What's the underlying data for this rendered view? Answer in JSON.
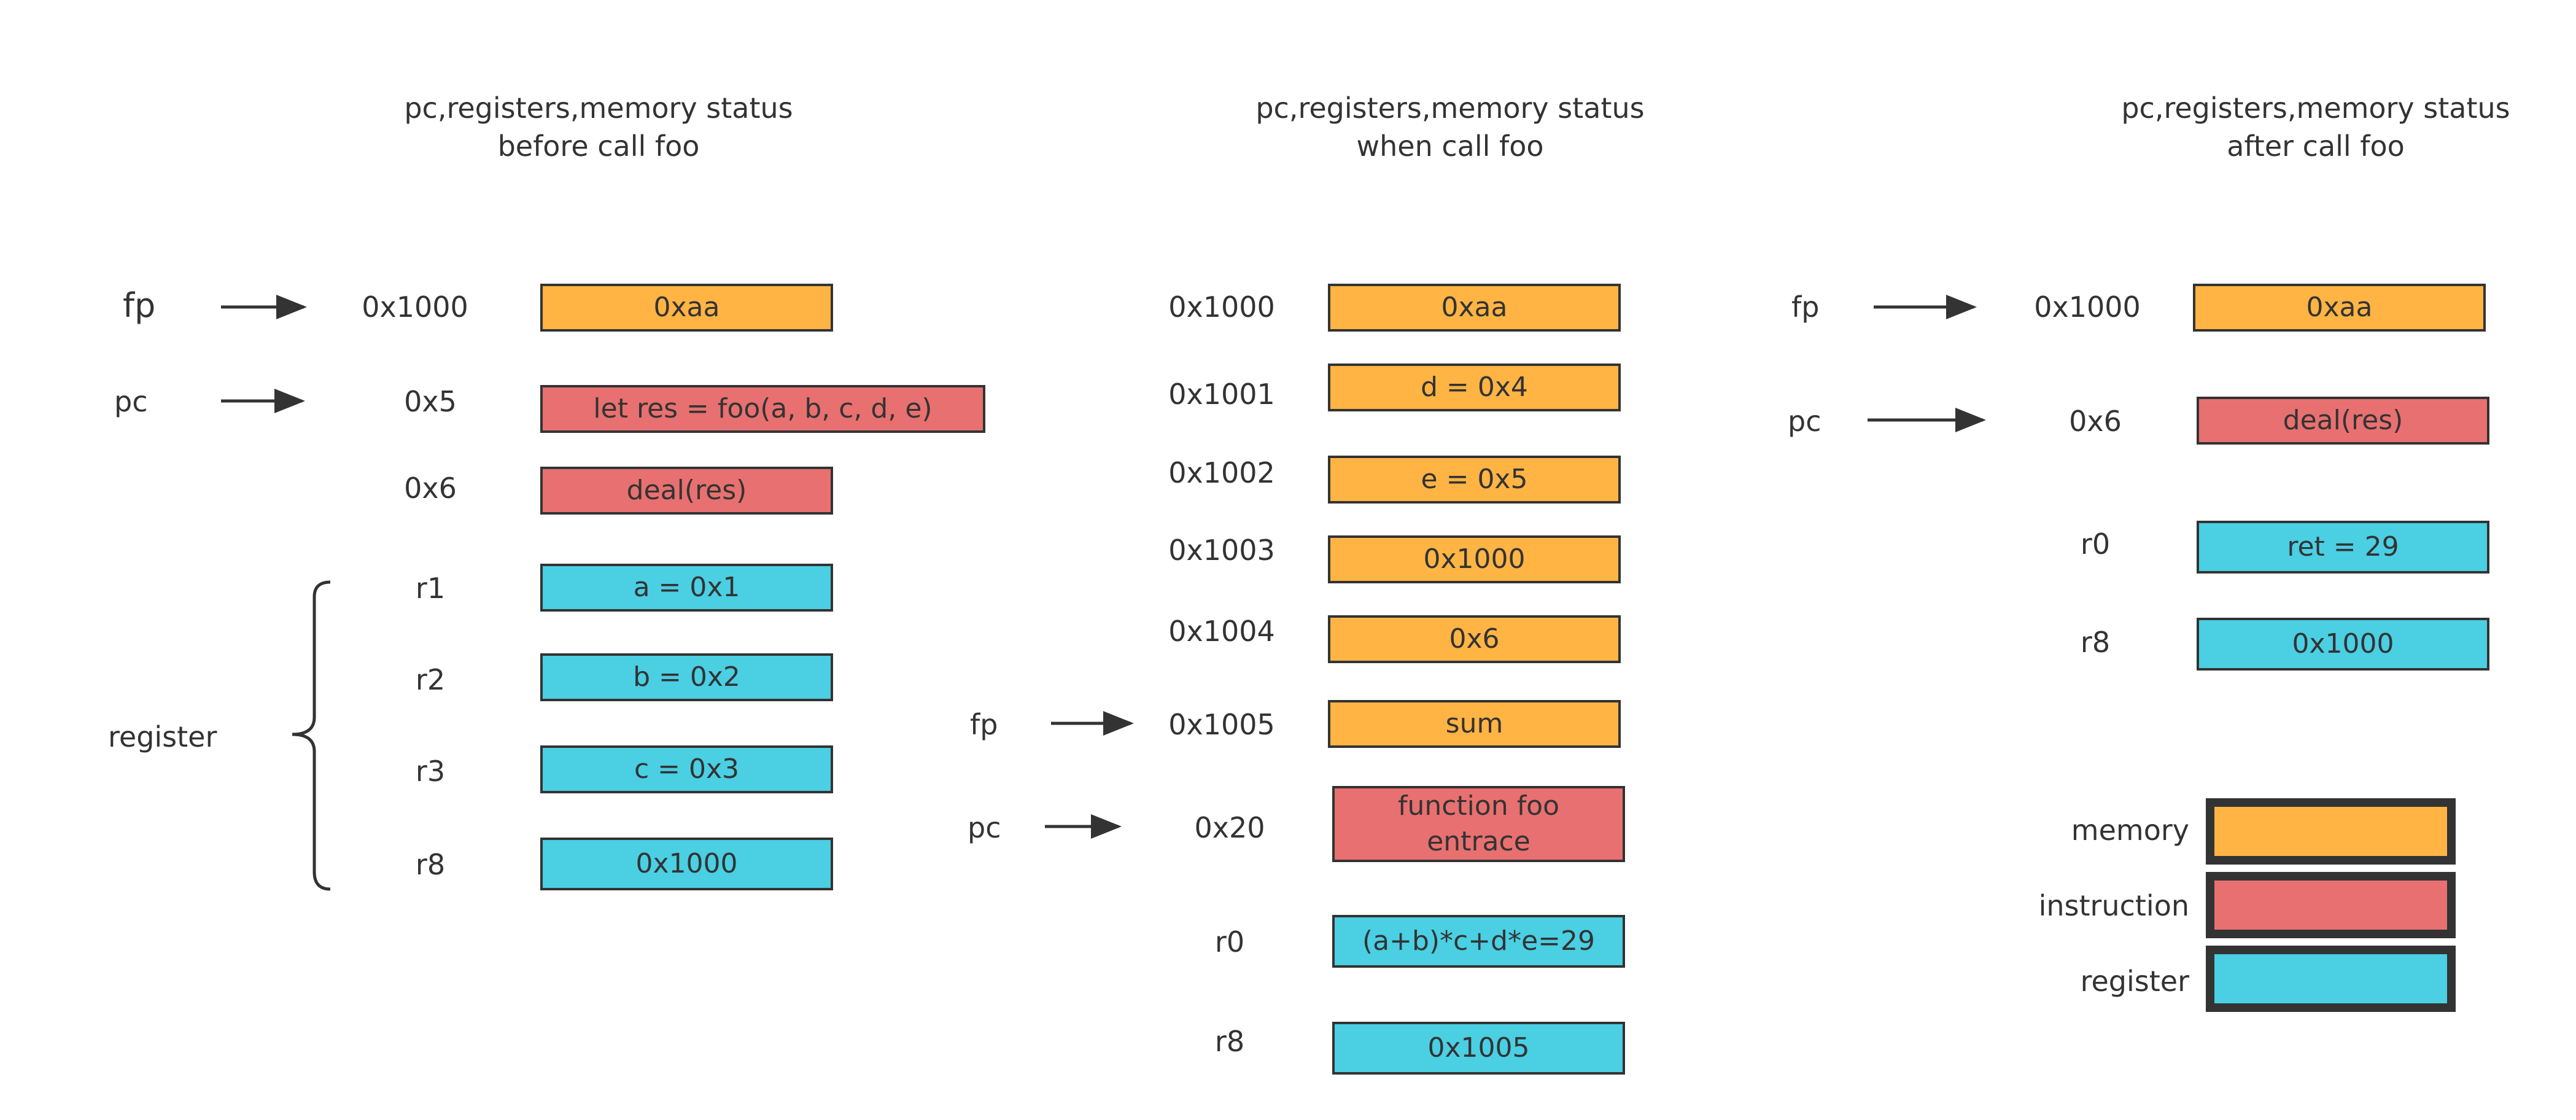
{
  "panels": {
    "before": {
      "title_line1": "pc,registers,memory status",
      "title_line2": "before call foo",
      "fp_label": "fp",
      "pc_label": "pc",
      "register_group_label": "register",
      "rows": [
        {
          "addr": "0x1000",
          "value": "0xaa"
        },
        {
          "addr": "0x5",
          "value": "let res = foo(a, b, c, d, e)"
        },
        {
          "addr": "0x6",
          "value": "deal(res)"
        },
        {
          "addr": "r1",
          "value": "a = 0x1"
        },
        {
          "addr": "r2",
          "value": "b = 0x2"
        },
        {
          "addr": "r3",
          "value": "c = 0x3"
        },
        {
          "addr": "r8",
          "value": "0x1000"
        }
      ]
    },
    "during": {
      "title_line1": "pc,registers,memory status",
      "title_line2": "when call foo",
      "fp_label": "fp",
      "pc_label": "pc",
      "rows": [
        {
          "addr": "0x1000",
          "value": "0xaa"
        },
        {
          "addr": "0x1001",
          "value": "d = 0x4"
        },
        {
          "addr": "0x1002",
          "value": "e = 0x5"
        },
        {
          "addr": "0x1003",
          "value": "0x1000"
        },
        {
          "addr": "0x1004",
          "value": "0x6"
        },
        {
          "addr": "0x1005",
          "value": "sum"
        },
        {
          "addr": "0x20",
          "value_line1": "function foo",
          "value_line2": "entrace"
        },
        {
          "addr": "r0",
          "value": "(a+b)*c+d*e=29"
        },
        {
          "addr": "r8",
          "value": "0x1005"
        }
      ]
    },
    "after": {
      "title_line1": "pc,registers,memory status",
      "title_line2": "after call foo",
      "fp_label": "fp",
      "pc_label": "pc",
      "rows": [
        {
          "addr": "0x1000",
          "value": "0xaa"
        },
        {
          "addr": "0x6",
          "value": "deal(res)"
        },
        {
          "addr": "r0",
          "value": "ret = 29"
        },
        {
          "addr": "r8",
          "value": "0x1000"
        }
      ]
    }
  },
  "legend": [
    {
      "label": "memory",
      "color": "#FFB444"
    },
    {
      "label": "instruction",
      "color": "#E87070"
    },
    {
      "label": "register",
      "color": "#4ACFE3"
    }
  ],
  "colors": {
    "memory": "#FFB444",
    "instruction": "#E87070",
    "register": "#4ACFE3",
    "border": "#333333"
  }
}
